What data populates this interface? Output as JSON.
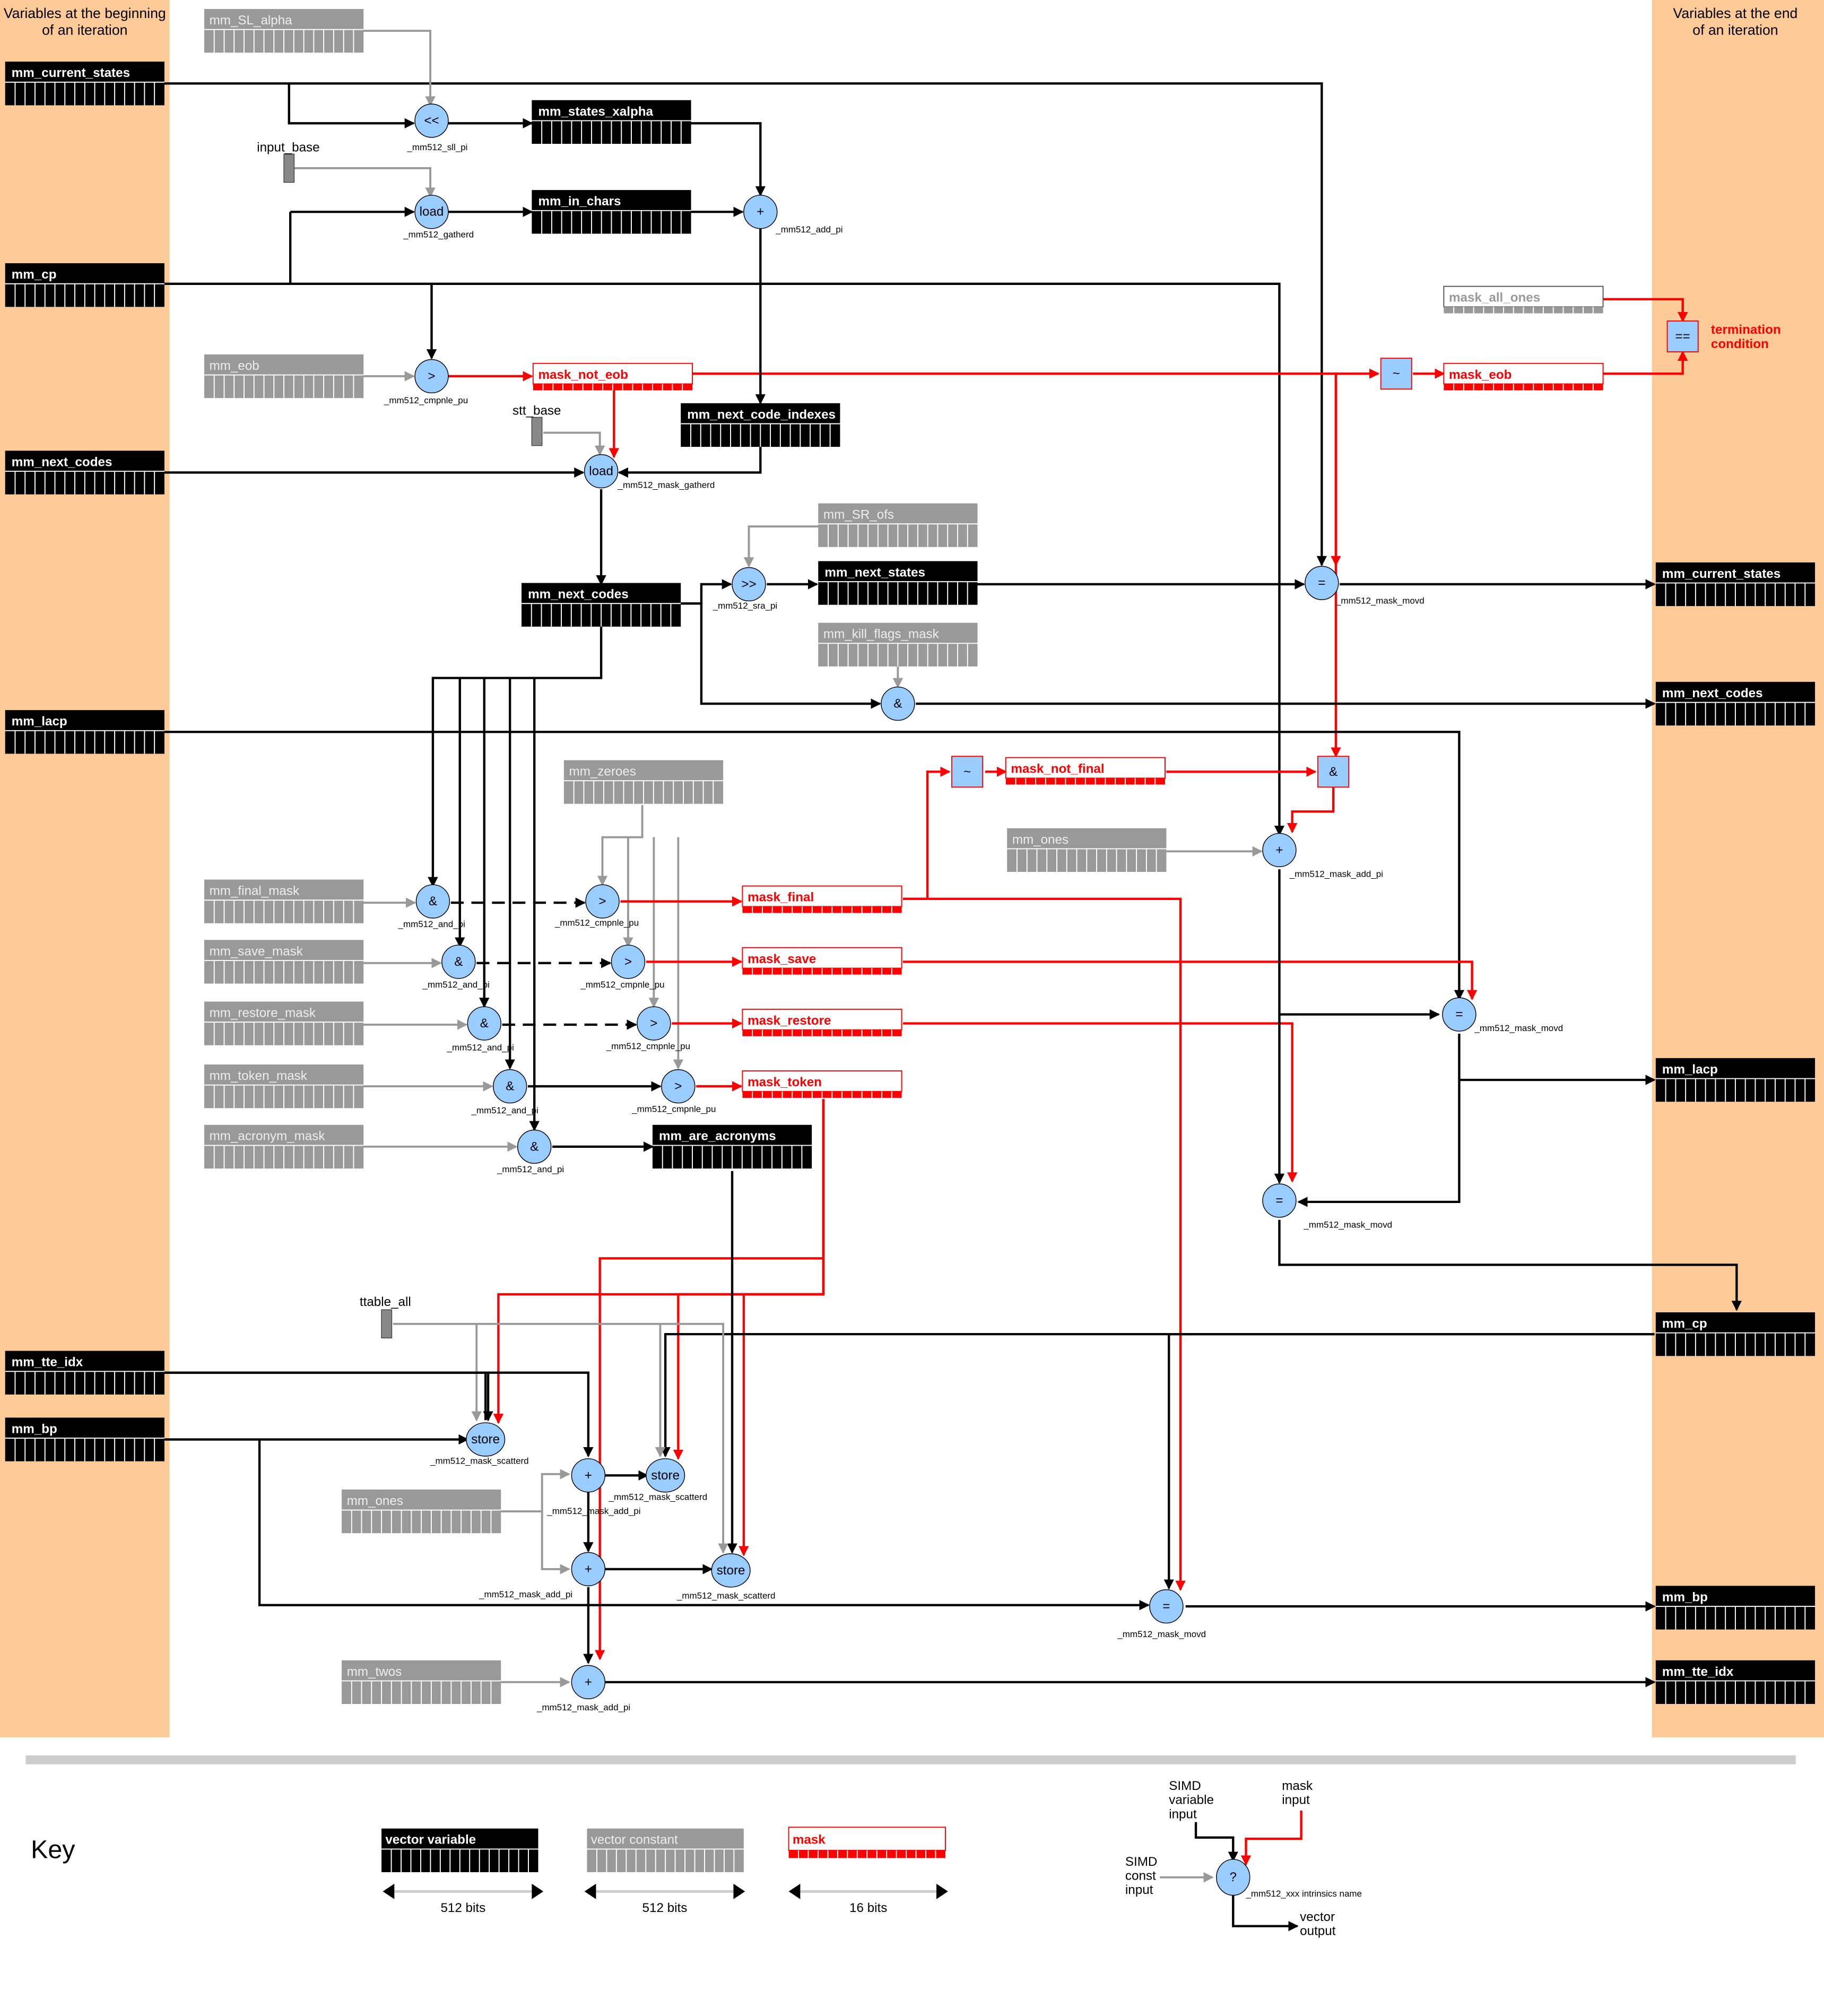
{
  "headers": {
    "left": [
      "Variables at the beginning",
      "of an iteration"
    ],
    "right": [
      "Variables at the end",
      "of an iteration"
    ]
  },
  "colors": {
    "panel": "#fdca98",
    "vector_variable": "#000000",
    "vector_constant": "#999999",
    "mask": "#ff0000",
    "operator_fill": "#99ccff",
    "separator": "#cccccc"
  },
  "left_vars": [
    "mm_current_states",
    "mm_cp",
    "mm_next_codes",
    "mm_lacp",
    "mm_tte_idx",
    "mm_bp"
  ],
  "right_vars": [
    "mm_current_states",
    "mm_next_codes",
    "mm_lacp",
    "mm_cp",
    "mm_bp",
    "mm_tte_idx"
  ],
  "vector_variables": [
    "mm_states_xalpha",
    "mm_in_chars",
    "mm_next_code_indexes",
    "mm_next_codes",
    "mm_next_states",
    "mm_are_acronyms"
  ],
  "vector_constants": [
    "mm_SL_alpha",
    "mm_eob",
    "mm_SR_ofs",
    "mm_kill_flags_mask",
    "mm_zeroes",
    "mm_ones",
    "mm_final_mask",
    "mm_save_mask",
    "mm_restore_mask",
    "mm_token_mask",
    "mm_acronym_mask",
    "mm_ones",
    "mm_twos"
  ],
  "masks": [
    "mask_not_eob",
    "mask_eob",
    "mask_all_ones",
    "mask_not_final",
    "mask_final",
    "mask_save",
    "mask_restore",
    "mask_token"
  ],
  "pointers": [
    "input_base",
    "stt_base",
    "ttable_all"
  ],
  "operators": [
    {
      "symbol": "<<",
      "name": "_mm512_sll_pi"
    },
    {
      "symbol": "load",
      "name": "_mm512_gatherd"
    },
    {
      "symbol": "+",
      "name": "_mm512_add_pi"
    },
    {
      "symbol": ">",
      "name": "_mm512_cmpnle_pu"
    },
    {
      "symbol": "load",
      "name": "_mm512_mask_gatherd"
    },
    {
      "symbol": ">>",
      "name": "_mm512_sra_pi"
    },
    {
      "symbol": "=",
      "name": "_mm512_mask_movd"
    },
    {
      "symbol": "&",
      "name": ""
    },
    {
      "symbol": "+",
      "name": "_mm512_mask_add_pi"
    },
    {
      "symbol": "&",
      "name": "_mm512_and_pi"
    },
    {
      "symbol": ">",
      "name": "_mm512_cmpnle_pu"
    },
    {
      "symbol": "&",
      "name": "_mm512_and_pi"
    },
    {
      "symbol": ">",
      "name": "_mm512_cmpnle_pu"
    },
    {
      "symbol": "&",
      "name": "_mm512_and_pi"
    },
    {
      "symbol": ">",
      "name": "_mm512_cmpnle_pu"
    },
    {
      "symbol": "&",
      "name": "_mm512_and_pi"
    },
    {
      "symbol": ">",
      "name": "_mm512_cmpnle_pu"
    },
    {
      "symbol": "&",
      "name": "_mm512_and_pi"
    },
    {
      "symbol": "=",
      "name": "_mm512_mask_movd"
    },
    {
      "symbol": "=",
      "name": "_mm512_mask_movd"
    },
    {
      "symbol": "store",
      "name": "_mm512_mask_scatterd"
    },
    {
      "symbol": "+",
      "name": "_mm512_mask_add_pi"
    },
    {
      "symbol": "store",
      "name": "_mm512_mask_scatterd"
    },
    {
      "symbol": "+",
      "name": "_mm512_mask_add_pi"
    },
    {
      "symbol": "store",
      "name": "_mm512_mask_scatterd"
    },
    {
      "symbol": "=",
      "name": "_mm512_mask_movd"
    },
    {
      "symbol": "+",
      "name": "_mm512_mask_add_pi"
    },
    {
      "symbol": "~",
      "name": ""
    },
    {
      "symbol": "~",
      "name": ""
    },
    {
      "symbol": "&",
      "name": ""
    },
    {
      "symbol": "==",
      "name": ""
    }
  ],
  "termination": [
    "termination",
    "condition"
  ],
  "key": {
    "title": "Key",
    "vector_variable": "vector variable",
    "vector_constant": "vector constant",
    "mask": "mask",
    "vv_bits": "512 bits",
    "vc_bits": "512 bits",
    "mask_bits": "16 bits",
    "simd_variable_input": [
      "SIMD",
      "variable",
      "input"
    ],
    "mask_input": [
      "mask",
      "input"
    ],
    "simd_const_input": [
      "SIMD",
      "const",
      "input"
    ],
    "op_symbol": "?",
    "intrinsics_name": "_mm512_xxx intrinsics name",
    "vector_output": [
      "vector",
      "output"
    ]
  }
}
